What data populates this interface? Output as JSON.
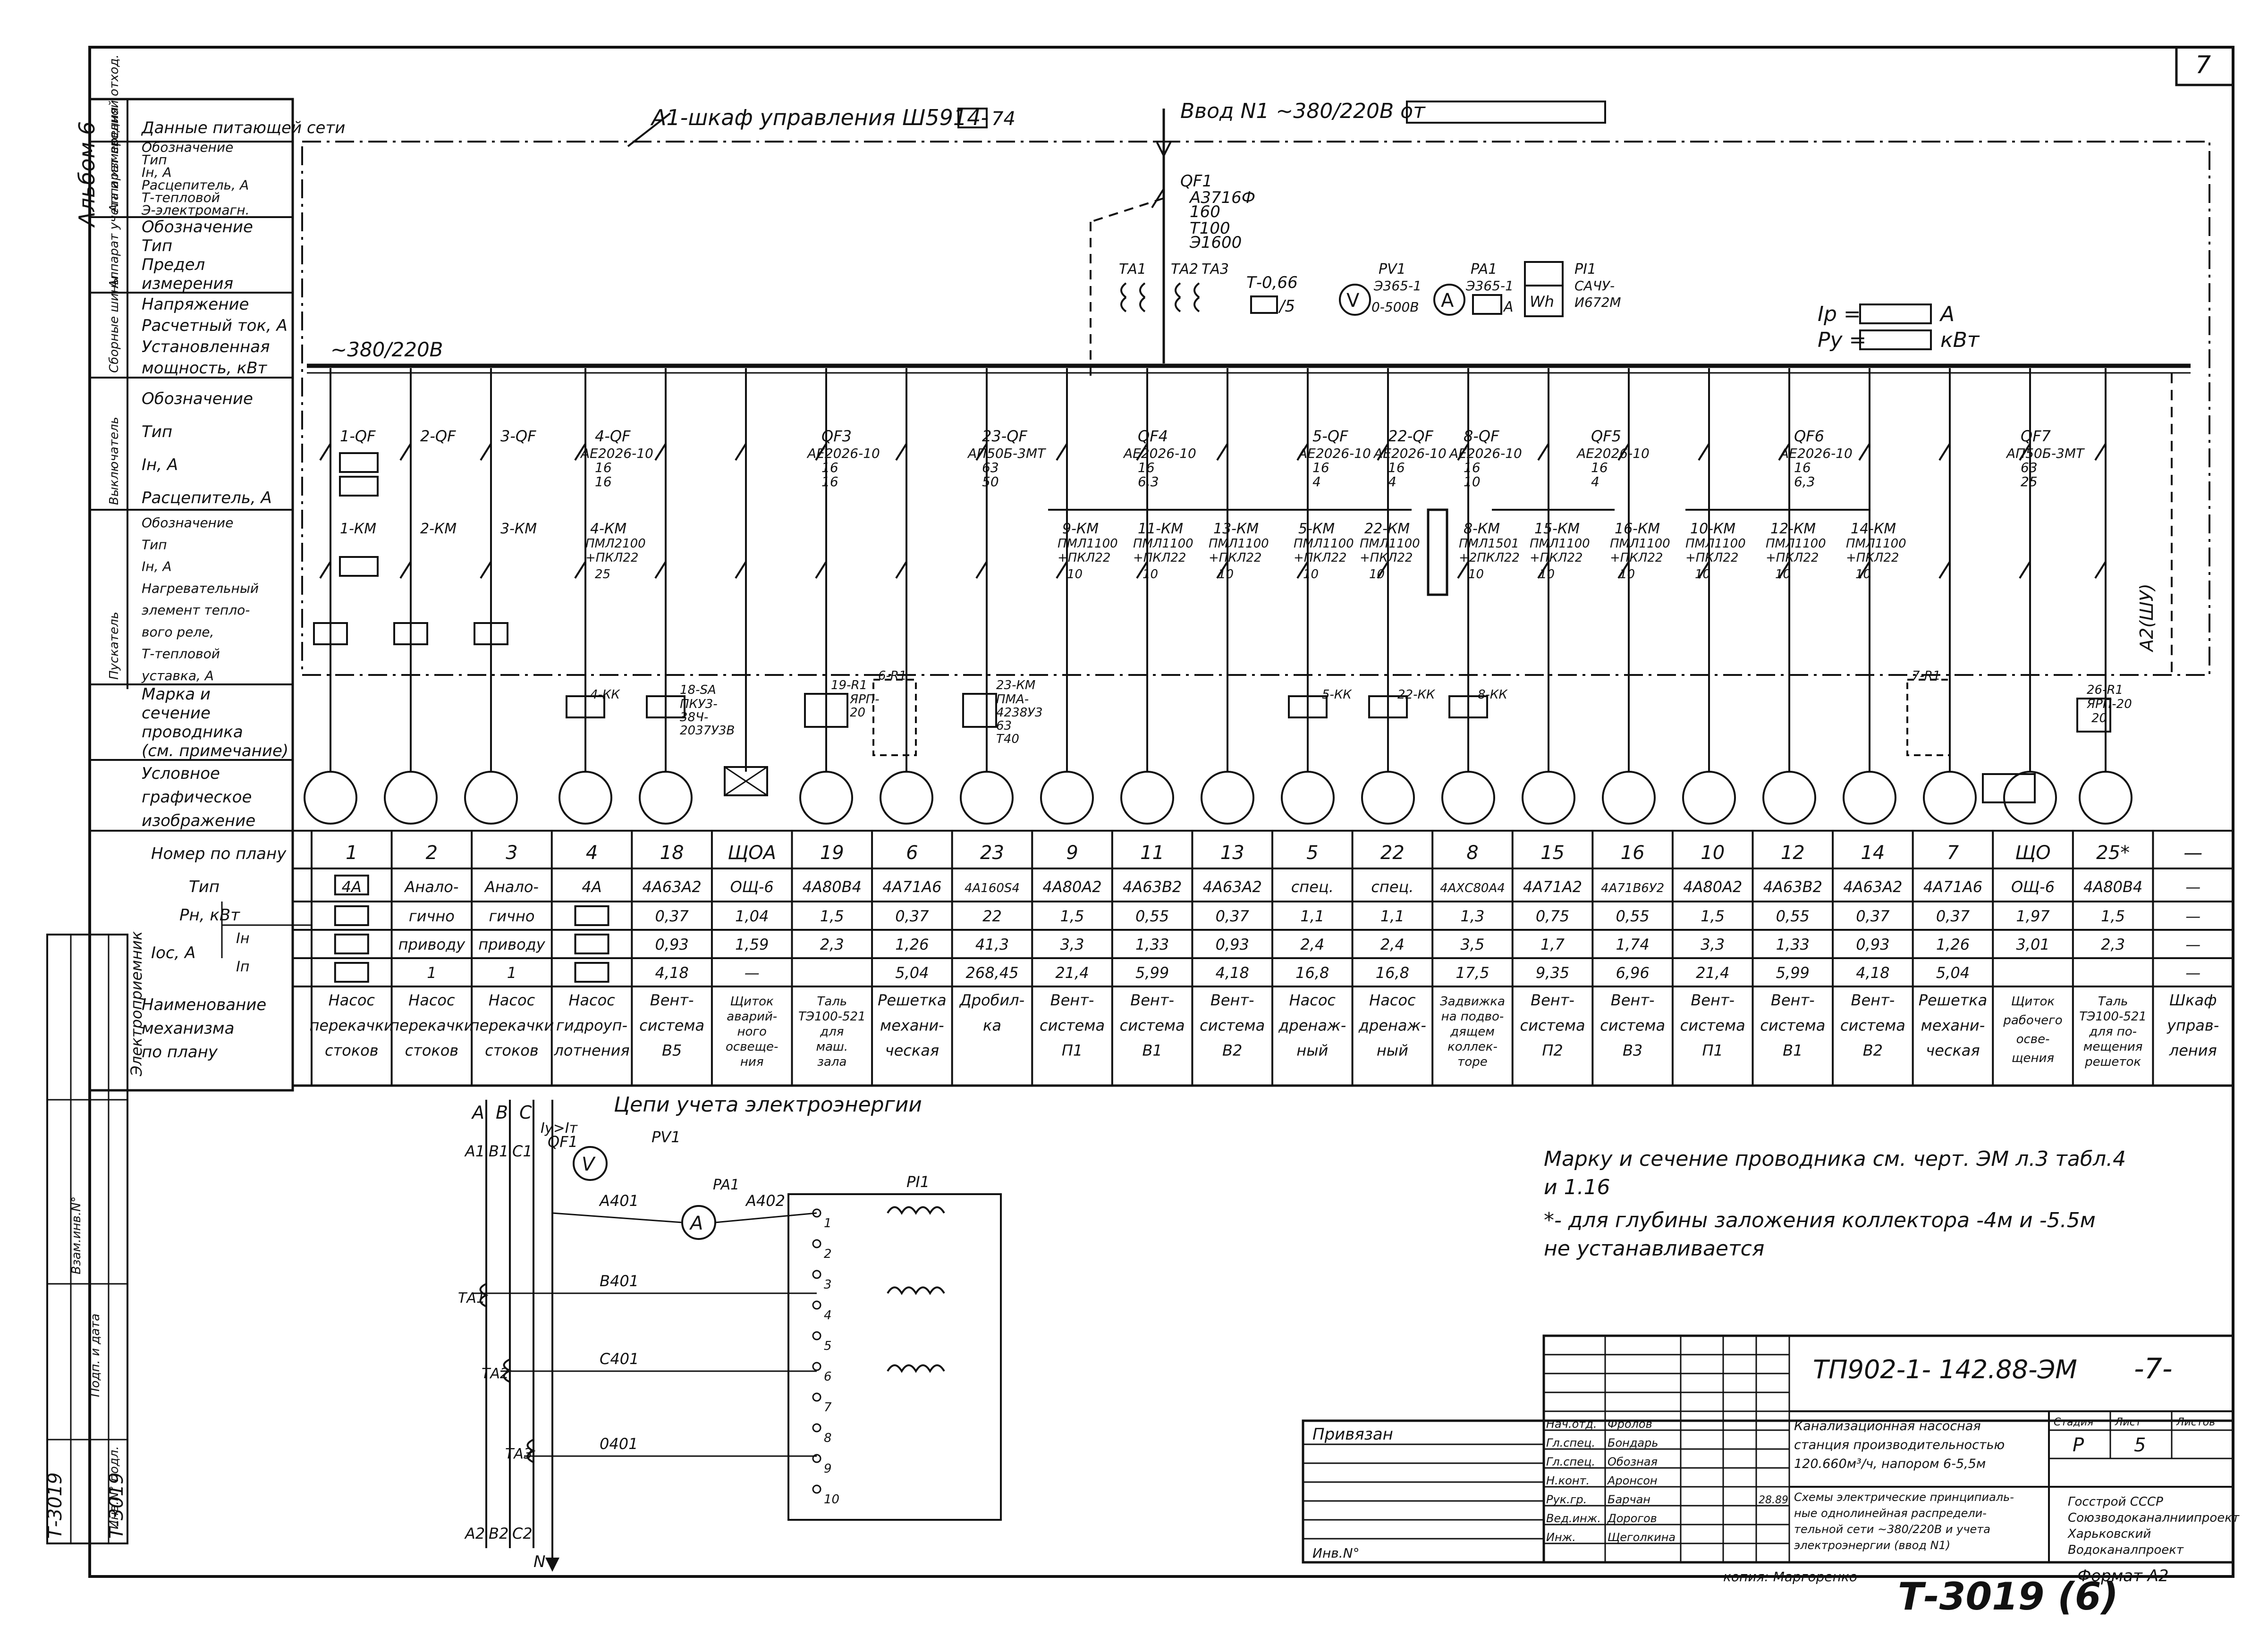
{
  "sheet_number": "7",
  "album_label": "Альбом 6",
  "cabinet_title": "А1-шкаф управления Ш5914-",
  "cabinet_code_suffix": "74",
  "input_title": "Ввод N1 ~380/220В от",
  "bus_label": "~380/220В",
  "left_headers": [
    {
      "group": "Данные питающей сети",
      "rows": []
    },
    {
      "group": "Аппарат вводной отход.",
      "rows": [
        "Обозначение",
        "Тип",
        "Iн, А",
        "Расцепитель, А",
        "Т-тепловой",
        "Э-электромагн."
      ]
    },
    {
      "group": "Аппарат учета и измерения",
      "rows": [
        "Обозначение",
        "Тип",
        "Предел",
        "измерения"
      ]
    },
    {
      "group": "Сборные шины",
      "rows": [
        "Напряжение",
        "Расчетный ток, А",
        "Установленная",
        "мощность, кВт"
      ]
    },
    {
      "group": "Выключатель",
      "rows": [
        "Обозначение",
        "Тип",
        "Iн, А",
        "Расцепитель, А"
      ]
    },
    {
      "group": "Пускатель",
      "rows": [
        "Обозначение",
        "Тип",
        "Iн, А",
        "Нагревательный",
        "элемент тепло-",
        "вого реле,",
        "Т-тепловой",
        "уставка, А"
      ]
    },
    {
      "group": "",
      "rows": [
        "Марка и",
        "сечение",
        "проводника",
        "(см. примечание)"
      ]
    },
    {
      "group": "",
      "rows": [
        "Условное",
        "графическое",
        "изображение"
      ]
    }
  ],
  "apparatus_labels": {
    "qf1": [
      "QF1",
      "А3716Ф",
      "160",
      "Т100",
      "Э1600"
    ],
    "ta": [
      "ТА1",
      "ТА2",
      "ТА3"
    ],
    "ct": [
      "Т-0,66",
      "/5"
    ],
    "pv1": [
      "PV1",
      "Э365-1",
      "0-500В"
    ],
    "pa1": [
      "PA1",
      "Э365-1",
      "А"
    ],
    "pi1": [
      "PI1",
      "САЧУ-",
      "И672М",
      "Wh"
    ],
    "ip_label": "Iр =",
    "ip_unit": "А",
    "pu_label": "Ру =",
    "pu_unit": "кВт",
    "aux": "А2(ШУ)"
  },
  "breakers": [
    {
      "name": "1-QF",
      "type": "",
      "in": "",
      "rel": ""
    },
    {
      "name": "2-QF",
      "type": "",
      "in": "",
      "rel": ""
    },
    {
      "name": "3-QF",
      "type": "",
      "in": "",
      "rel": ""
    },
    {
      "name": "4-QF",
      "type": "АЕ2026-10",
      "in": "16",
      "rel": "16"
    },
    {
      "name": "QF3",
      "type": "АЕ2026-10",
      "in": "16",
      "rel": "16"
    },
    {
      "name": "23-QF",
      "type": "АП50Б-3МТ",
      "in": "63",
      "rel": "50"
    },
    {
      "name": "QF4",
      "type": "АЕ2026-10",
      "in": "16",
      "rel": "6,3"
    },
    {
      "name": "5-QF",
      "type": "АЕ2026-10",
      "in": "16",
      "rel": "4"
    },
    {
      "name": "22-QF",
      "type": "АЕ2026-10",
      "in": "16",
      "rel": "4"
    },
    {
      "name": "8-QF",
      "type": "АЕ2026-10",
      "in": "16",
      "rel": "10"
    },
    {
      "name": "QF5",
      "type": "АЕ2026-10",
      "in": "16",
      "rel": "4"
    },
    {
      "name": "QF6",
      "type": "АЕ2026-10",
      "in": "16",
      "rel": "6,3"
    },
    {
      "name": "QF7",
      "type": "АП50Б-3МТ",
      "in": "63",
      "rel": "25"
    }
  ],
  "starters": [
    {
      "name": "1-КМ"
    },
    {
      "name": "2-КМ"
    },
    {
      "name": "3-КМ"
    },
    {
      "name": "4-КМ",
      "type": "ПМЛ2100",
      "extra": "+ПКЛ22",
      "in": "25"
    },
    {
      "name": "9-КМ",
      "type": "ПМЛ1100",
      "extra": "+ПКЛ22",
      "in": "10"
    },
    {
      "name": "11-КМ",
      "type": "ПМЛ1100",
      "extra": "+ПКЛ22",
      "in": "10"
    },
    {
      "name": "13-КМ",
      "type": "ПМЛ1100",
      "extra": "+ПКЛ22",
      "in": "10"
    },
    {
      "name": "5-КМ",
      "type": "ПМЛ1100",
      "extra": "+ПКЛ22",
      "in": "10"
    },
    {
      "name": "22-КМ",
      "type": "ПМЛ1100",
      "extra": "+ПКЛ22",
      "in": "10"
    },
    {
      "name": "8-КМ",
      "type": "ПМЛ1501",
      "extra": "+2ПКЛ22",
      "in": "10"
    },
    {
      "name": "15-КМ",
      "type": "ПМЛ1100",
      "extra": "+ПКЛ22",
      "in": "10"
    },
    {
      "name": "16-КМ",
      "type": "ПМЛ1100",
      "extra": "+ПКЛ22",
      "in": "10"
    },
    {
      "name": "10-КМ",
      "type": "ПМЛ1100",
      "extra": "+ПКЛ22",
      "in": "10"
    },
    {
      "name": "12-КМ",
      "type": "ПМЛ1100",
      "extra": "+ПКЛ22",
      "in": "10"
    },
    {
      "name": "14-КМ",
      "type": "ПМЛ1100",
      "extra": "+ПКЛ22",
      "in": "10"
    }
  ],
  "field_devices": [
    "4-КК",
    "18-SA",
    "ПКУ3-",
    "38Ч-",
    "2037У3В",
    "19-R1",
    "ЯРП-",
    "20",
    "6-R1",
    "23-КМ",
    "ПМА-",
    "4238У3",
    "63",
    "Т40",
    "5-КК",
    "22-КК",
    "8-КК",
    "7-R1",
    "26-R1",
    "ЯРП-20",
    "20"
  ],
  "table_headers": {
    "plan": "Номер по плану",
    "type": "Тип",
    "pn": "Рн, кВт",
    "in": "Iн",
    "ip": "Iп",
    "toc": "Iос, А",
    "name": [
      "Наименование",
      "механизма",
      "по плану"
    ],
    "group": "Электроприемник"
  },
  "consumers": [
    {
      "plan": "1",
      "type": "4А",
      "pn": "",
      "in": "",
      "ip": "",
      "name": [
        "Насос",
        "перекачки",
        "стоков"
      ]
    },
    {
      "plan": "2",
      "type": "Анало-",
      "pn": "гично",
      "in": "приводу",
      "ip": "1",
      "name": [
        "Насос",
        "перекачки",
        "стоков"
      ]
    },
    {
      "plan": "3",
      "type": "Анало-",
      "pn": "гично",
      "in": "приводу",
      "ip": "1",
      "name": [
        "Насос",
        "перекачки",
        "стоков"
      ]
    },
    {
      "plan": "4",
      "type": "4А",
      "pn": "",
      "in": "",
      "ip": "",
      "name": [
        "Насос",
        "гидроуп-",
        "лотнения"
      ]
    },
    {
      "plan": "18",
      "type": "4А63А2",
      "pn": "0,37",
      "in": "0,93",
      "ip": "4,18",
      "name": [
        "Вент-",
        "система",
        "В5"
      ]
    },
    {
      "plan": "ЩОА",
      "type": "ОЩ-6",
      "pn": "1,04",
      "in": "1,59",
      "ip": "—",
      "name": [
        "Щиток",
        "аварий-",
        "ного",
        "освеще-",
        "ния"
      ]
    },
    {
      "plan": "19",
      "type": "4А80В4",
      "pn": "1,5",
      "in": "2,3",
      "ip": "",
      "name": [
        "Таль",
        "ТЭ100-521",
        "для",
        "маш.",
        "зала"
      ]
    },
    {
      "plan": "6",
      "type": "4А71А6",
      "pn": "0,37",
      "in": "1,26",
      "ip": "5,04",
      "name": [
        "Решетка",
        "механи-",
        "ческая"
      ]
    },
    {
      "plan": "23",
      "type": "4А160S4",
      "pn": "22",
      "in": "41,3",
      "ip": "268,45",
      "name": [
        "Дробил-",
        "ка"
      ]
    },
    {
      "plan": "9",
      "type": "4А80А2",
      "pn": "1,5",
      "in": "3,3",
      "ip": "21,4",
      "name": [
        "Вент-",
        "система",
        "П1"
      ]
    },
    {
      "plan": "11",
      "type": "4А63В2",
      "pn": "0,55",
      "in": "1,33",
      "ip": "5,99",
      "name": [
        "Вент-",
        "система",
        "В1"
      ]
    },
    {
      "plan": "13",
      "type": "4А63А2",
      "pn": "0,37",
      "in": "0,93",
      "ip": "4,18",
      "name": [
        "Вент-",
        "система",
        "В2"
      ]
    },
    {
      "plan": "5",
      "type": "спец.",
      "pn": "1,1",
      "in": "2,4",
      "ip": "16,8",
      "name": [
        "Насос",
        "дренаж-",
        "ный"
      ]
    },
    {
      "plan": "22",
      "type": "спец.",
      "pn": "1,1",
      "in": "2,4",
      "ip": "16,8",
      "name": [
        "Насос",
        "дренаж-",
        "ный"
      ]
    },
    {
      "plan": "8",
      "type": "4АХС80А4",
      "pn": "1,3",
      "in": "3,5",
      "ip": "17,5",
      "name": [
        "Задвижка",
        "на подво-",
        "дящем",
        "коллек-",
        "торе"
      ]
    },
    {
      "plan": "15",
      "type": "4А71А2",
      "pn": "0,75",
      "in": "1,7",
      "ip": "9,35",
      "name": [
        "Вент-",
        "система",
        "П2"
      ]
    },
    {
      "plan": "16",
      "type": "4А71В6У2",
      "pn": "0,55",
      "in": "1,74",
      "ip": "6,96",
      "name": [
        "Вент-",
        "система",
        "В3"
      ]
    },
    {
      "plan": "10",
      "type": "4А80А2",
      "pn": "1,5",
      "in": "3,3",
      "ip": "21,4",
      "name": [
        "Вент-",
        "система",
        "П1"
      ]
    },
    {
      "plan": "12",
      "type": "4А63В2",
      "pn": "0,55",
      "in": "1,33",
      "ip": "5,99",
      "name": [
        "Вент-",
        "система",
        "В1"
      ]
    },
    {
      "plan": "14",
      "type": "4А63А2",
      "pn": "0,37",
      "in": "0,93",
      "ip": "4,18",
      "name": [
        "Вент-",
        "система",
        "В2"
      ]
    },
    {
      "plan": "7",
      "type": "4А71А6",
      "pn": "0,37",
      "in": "1,26",
      "ip": "5,04",
      "name": [
        "Решетка",
        "механи-",
        "ческая"
      ]
    },
    {
      "plan": "ЩО",
      "type": "ОЩ-6",
      "pn": "1,97",
      "in": "3,01",
      "ip": "",
      "name": [
        "Щиток",
        "рабочего",
        "осве-",
        "щения"
      ]
    },
    {
      "plan": "25*",
      "type": "4А80В4",
      "pn": "1,5",
      "in": "2,3",
      "ip": "",
      "name": [
        "Таль",
        "ТЭ100-521",
        "для по-",
        "мещения",
        "решеток"
      ]
    },
    {
      "plan": "—",
      "type": "—",
      "pn": "—",
      "in": "—",
      "ip": "—",
      "name": [
        "Шкаф",
        "управ-",
        "ления"
      ]
    }
  ],
  "metering": {
    "title": "Цепи учета электроэнергии",
    "phases": [
      "А",
      "В",
      "С"
    ],
    "phase1": [
      "А1",
      "В1",
      "С1"
    ],
    "phase2": [
      "А2",
      "В2",
      "С2"
    ],
    "neutral": "N",
    "qf_label": "QF1",
    "iat": "Iу>Iт",
    "pv": "PV1",
    "pa": "PA1",
    "pi": "PI1",
    "ta": [
      "ТА1",
      "ТА2",
      "ТА3"
    ],
    "wires": [
      "А401",
      "А402",
      "В401",
      "С401",
      "0401"
    ],
    "terminals": [
      "1",
      "2",
      "3",
      "4",
      "5",
      "6",
      "7",
      "8",
      "9",
      "10"
    ]
  },
  "notes": [
    "Марку и сечение проводника см. черт. ЭМ л.3 табл.4",
    "и 1.16",
    "*- для глубины заложения коллектора -4м и -5.5м",
    "не устанавливается"
  ],
  "title_block": {
    "doc_code": "ТП902-1- 142.88-ЭМ",
    "sheet_mark": "7",
    "privyazan": "Привязан",
    "inv": "Инв.N°",
    "roles": [
      "Нач.отд.",
      "Гл.спец.",
      "Гл.спец.",
      "Н.конт.",
      "Рук.гр.",
      "Вед.инж.",
      "Инж."
    ],
    "names": [
      "Фролов",
      "Бондарь",
      "Обозная",
      "Аронсон",
      "Барчан",
      "Дорогов",
      "Щеголкина"
    ],
    "date": "28.89",
    "project": [
      "Канализационная насосная",
      "станция производительностью",
      "120.660м³/ч, напором 6-5,5м"
    ],
    "sheet_title": [
      "Схемы электрические принципиаль-",
      "ные однолинейная распредели-",
      "тельной сети ~380/220В и учета",
      "электроэнергии (ввод N1)"
    ],
    "stage_label": "Стадия",
    "sheet_label": "Лист",
    "sheets_label": "Листов",
    "stage": "Р",
    "sheet": "5",
    "org": [
      "Госстрой СССР",
      "Союзводоканалниипроект",
      "Харьковский",
      "Водоканалпроект"
    ],
    "copy": "копия: Маргоренко",
    "format": "Формат А2"
  },
  "stamp": "Т-3019 (6)",
  "margin_notes": [
    "Т-3019",
    "Т-3019",
    "Взам.инв.N°",
    "Подп. и дата",
    "Инв.N° подл."
  ]
}
